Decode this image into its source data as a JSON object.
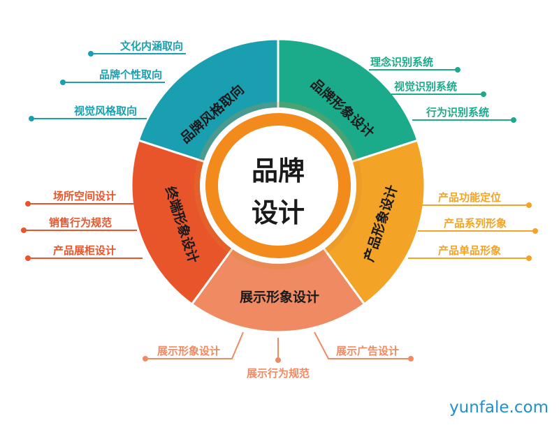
{
  "diagram": {
    "center": {
      "line1": "品牌",
      "line2": "设计"
    },
    "colors": {
      "teal_dark": "#1a9fb0",
      "teal_green": "#1bab8a",
      "orange_yellow": "#f3a326",
      "salmon": "#ef8a62",
      "red_orange": "#e8552a",
      "ring": "#f38a1c",
      "center": "#ffffff"
    },
    "segments": [
      {
        "label": "品牌风格取向",
        "color": "#1a9fb0"
      },
      {
        "label": "品牌形象设计",
        "color": "#1bab8a"
      },
      {
        "label": "产品形象设计",
        "color": "#f3a326"
      },
      {
        "label": "展示形象设计",
        "color": "#ef8a62"
      },
      {
        "label": "终端形象设计",
        "color": "#e8552a"
      }
    ],
    "branches": {
      "top_left": [
        "文化内涵取向",
        "品牌个性取向",
        "视觉风格取向"
      ],
      "top_right": [
        "理念识别系统",
        "视觉识别系统",
        "行为识别系统"
      ],
      "right": [
        "产品功能定位",
        "产品系列形象",
        "产品单品形象"
      ],
      "left": [
        "场所空间设计",
        "销售行为规范",
        "产品展柜设计"
      ],
      "bottom": [
        "展示形象设计",
        "展示行为规范",
        "展示广告设计"
      ]
    }
  },
  "watermark": "yunfale.com"
}
